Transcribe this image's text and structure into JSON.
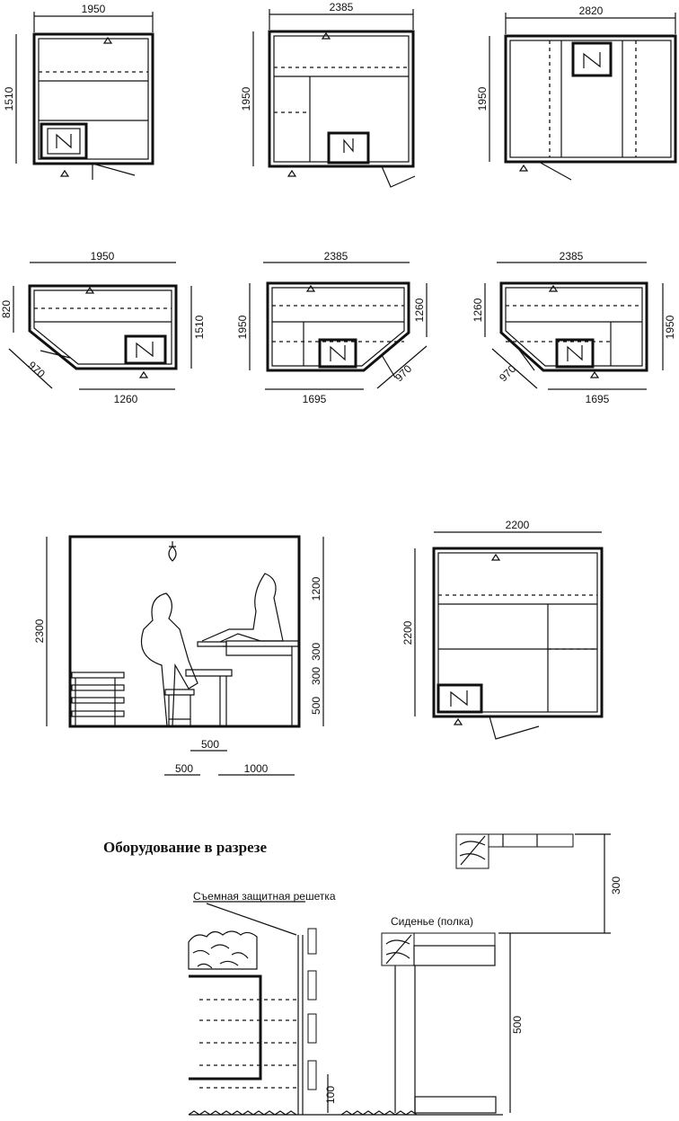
{
  "plans": [
    {
      "id": "plan-1",
      "dims": [
        "1950",
        "1510"
      ]
    },
    {
      "id": "plan-2",
      "dims": [
        "2385",
        "1950"
      ]
    },
    {
      "id": "plan-3",
      "dims": [
        "2820",
        "1950"
      ]
    },
    {
      "id": "plan-4",
      "dims": [
        "1950",
        "820",
        "1510",
        "970",
        "1260"
      ]
    },
    {
      "id": "plan-5",
      "dims": [
        "2385",
        "1950",
        "1260",
        "970",
        "1695"
      ]
    },
    {
      "id": "plan-6",
      "dims": [
        "2385",
        "1260",
        "1950",
        "970",
        "1695"
      ]
    },
    {
      "id": "plan-7",
      "dims": [
        "2200",
        "2200"
      ]
    }
  ],
  "section": {
    "height": "2300",
    "right_dims": [
      "1200",
      "300",
      "300",
      "500"
    ],
    "bottom_dims": [
      "500",
      "500",
      "1000"
    ]
  },
  "detail": {
    "title": "Оборудование в разрезе",
    "grille_label": "Съемная защитная решетка",
    "seat_label": "Сиденье (полка)",
    "dims": [
      "300",
      "500",
      "100"
    ]
  }
}
